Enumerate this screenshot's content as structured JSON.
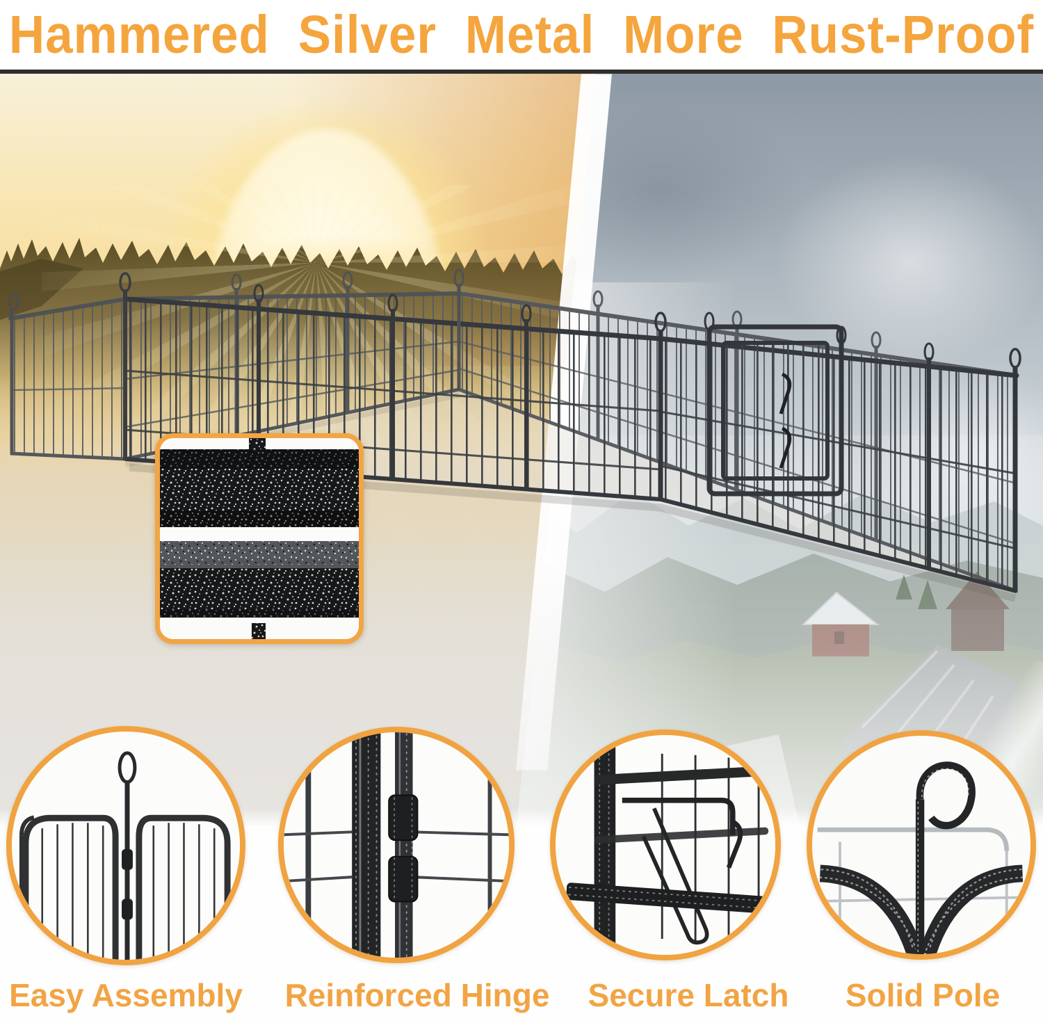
{
  "title": "Hammered Silver Metal More Rust-Proof",
  "features": [
    {
      "id": "easy-assembly",
      "label": "Easy Assembly"
    },
    {
      "id": "reinforced-hinge",
      "label": "Reinforced Hinge"
    },
    {
      "id": "secure-latch",
      "label": "Secure Latch"
    },
    {
      "id": "solid-pole",
      "label": "Solid Pole"
    }
  ],
  "colors": {
    "title_orange": "#f5a53d",
    "accent_orange": "#f0a340",
    "label_orange": "#f2a444",
    "metal_dark": "#2b2d2f"
  }
}
